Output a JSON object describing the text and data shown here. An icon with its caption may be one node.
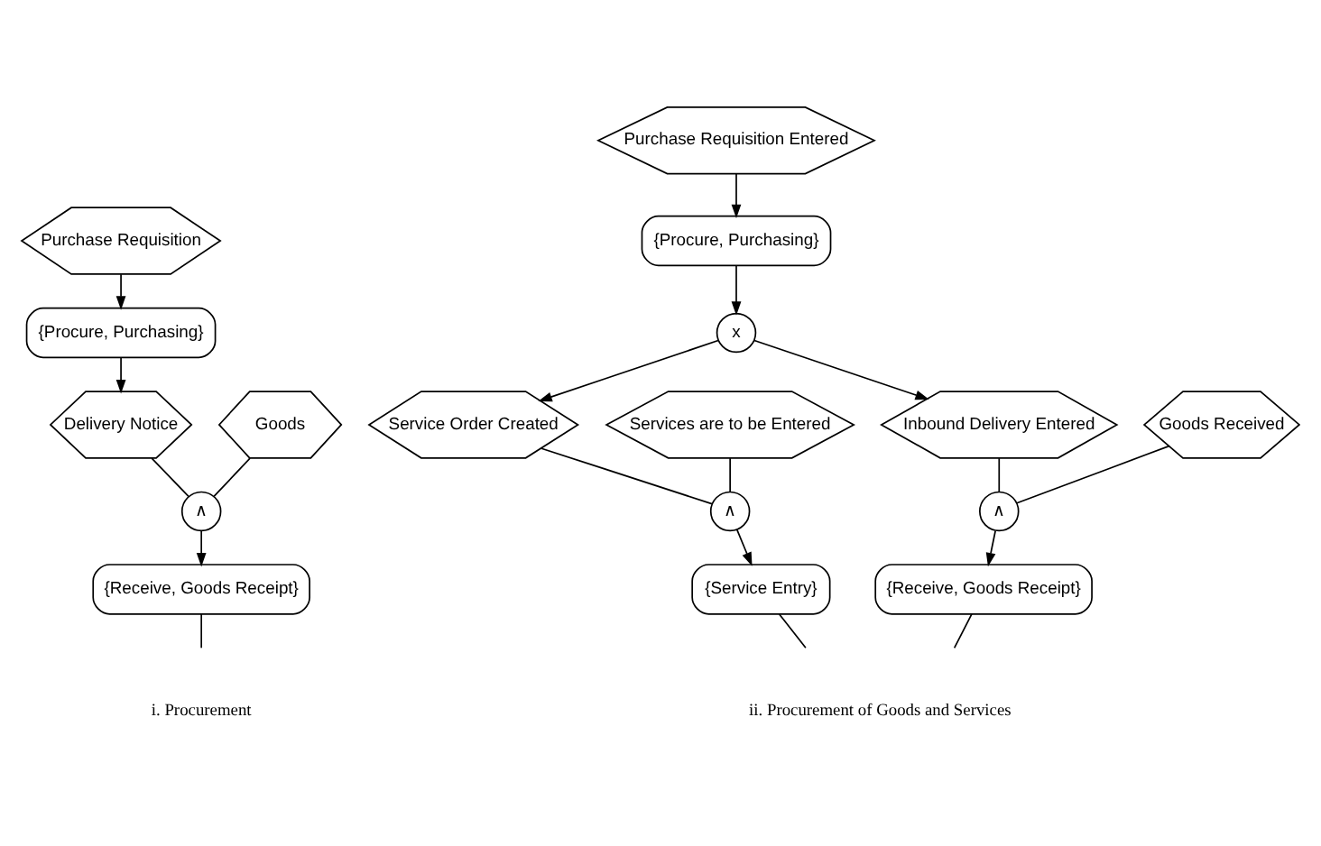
{
  "diagram": {
    "nodes": [
      {
        "text": [
          "Purchase Requisition"
        ]
      },
      {
        "text": [
          "{Procure, Purchasing}"
        ]
      },
      {
        "text": [
          "Delivery Notice"
        ]
      },
      {
        "text": [
          "Goods"
        ]
      },
      {
        "text": [
          "∧"
        ]
      },
      {
        "text": [
          "{Receive, Goods Receipt}"
        ]
      },
      {
        "text": [
          "Purchase Requisition Entered"
        ]
      },
      {
        "text": [
          "{Procure, Purchasing}"
        ]
      },
      {
        "text": [
          "x"
        ]
      },
      {
        "text": [
          "Services are to be Entered"
        ]
      },
      {
        "text": [
          "Service Order Created"
        ]
      },
      {
        "text": [
          "Inbound Delivery Entered"
        ]
      },
      {
        "text": [
          "Goods Received"
        ]
      },
      {
        "text": [
          "∧"
        ]
      },
      {
        "text": [
          "∧"
        ]
      },
      {
        "text": [
          "{Service Entry}"
        ]
      },
      {
        "text": [
          "{Receive, Goods Receipt}"
        ]
      }
    ],
    "edges": [
      {
        "from": 0,
        "to": 1,
        "arrow": "to"
      },
      {
        "from": 1,
        "to": 2,
        "arrow": "to"
      },
      {
        "from": 2,
        "to": 4,
        "arrow": "none"
      },
      {
        "from": 3,
        "to": 4,
        "arrow": "none"
      },
      {
        "from": 4,
        "to": 5,
        "arrow": "to"
      },
      {
        "from": 5,
        "to": null,
        "arrow": "none"
      },
      {
        "from": 6,
        "to": 7,
        "arrow": "to"
      },
      {
        "from": 7,
        "to": 8,
        "arrow": "to"
      },
      {
        "from": 8,
        "to": 10,
        "arrow": "to"
      },
      {
        "from": 8,
        "to": 11,
        "arrow": "to"
      },
      {
        "from": 9,
        "to": 13,
        "arrow": "none"
      },
      {
        "from": 10,
        "to": 13,
        "arrow": "none"
      },
      {
        "from": 13,
        "to": 15,
        "arrow": "to"
      },
      {
        "from": 11,
        "to": 14,
        "arrow": "none"
      },
      {
        "from": 12,
        "to": 14,
        "arrow": "none"
      },
      {
        "from": 14,
        "to": 16,
        "arrow": "to"
      },
      {
        "from": 15,
        "to": null,
        "arrow": "none"
      },
      {
        "from": 16,
        "to": null,
        "arrow": "none"
      }
    ],
    "labels": [
      "i. Procurement",
      "ii. Procurement of Goods and Services"
    ]
  }
}
